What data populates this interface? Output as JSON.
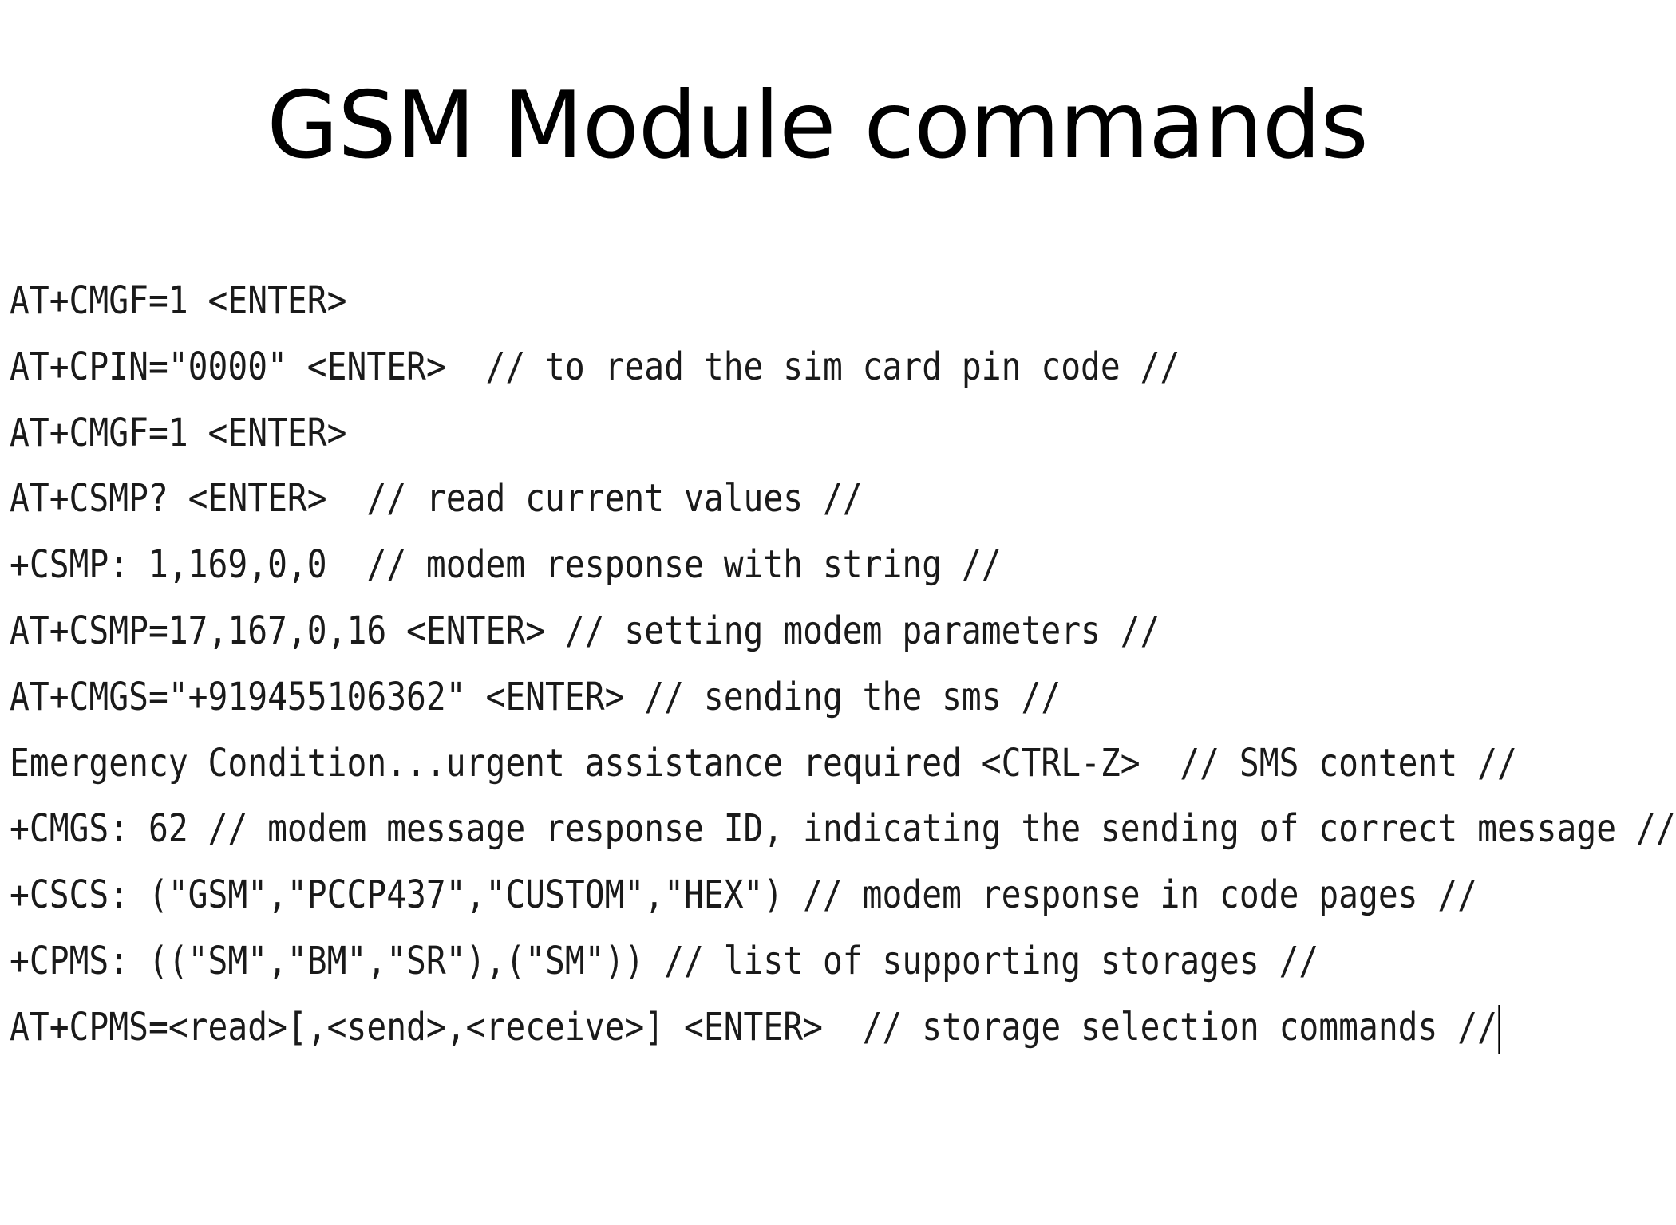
{
  "slide": {
    "title": "GSM Module commands",
    "lines": [
      "AT+CMGF=1 <ENTER>",
      "AT+CPIN=\"0000\" <ENTER>  // to read the sim card pin code //",
      "AT+CMGF=1 <ENTER>",
      "AT+CSMP? <ENTER>  // read current values //",
      "+CSMP: 1,169,0,0  // modem response with string //",
      "AT+CSMP=17,167,0,16 <ENTER> // setting modem parameters //",
      "AT+CMGS=\"+919455106362\" <ENTER> // sending the sms //",
      "Emergency Condition...urgent assistance required <CTRL-Z>  // SMS content //",
      "+CMGS: 62 // modem message response ID, indicating the sending of correct message //",
      "+CSCS: (\"GSM\",\"PCCP437\",\"CUSTOM\",\"HEX\") // modem response in code pages //",
      "+CPMS: ((\"SM\",\"BM\",\"SR\"),(\"SM\")) // list of supporting storages //",
      "AT+CPMS=<read>[,<send>,<receive>] <ENTER>  // storage selection commands //"
    ]
  }
}
